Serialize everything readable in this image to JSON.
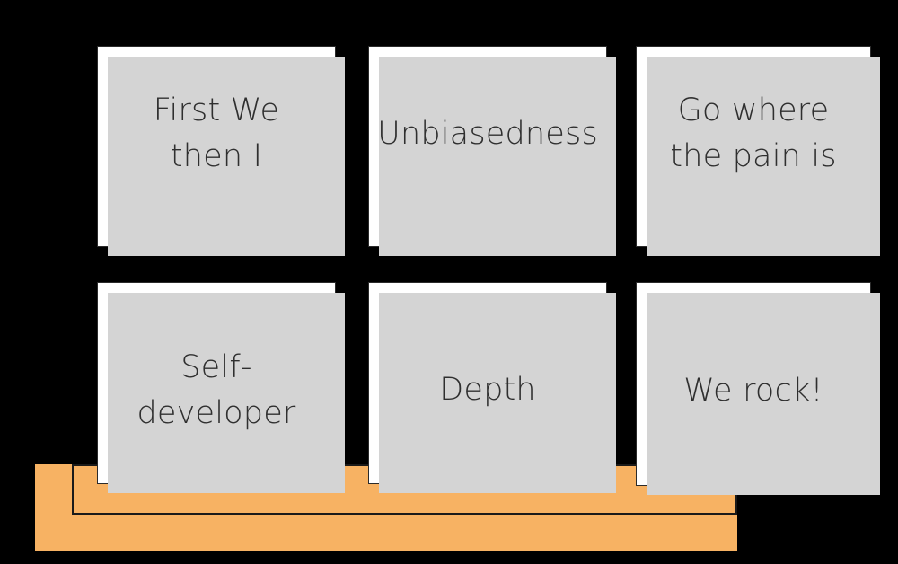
{
  "slide": {
    "background_color": "#000000",
    "accent_color": "#f7b263",
    "card_background": "#ffffff",
    "card_border_color": "#2b2b2b",
    "card_shadow_color": "#d4d4d4",
    "text_color": "#2f2f2f"
  },
  "cards": [
    {
      "id": "first-we-then-i",
      "text": "First We\nthen I",
      "row": 1,
      "col": 1
    },
    {
      "id": "unbiasedness",
      "text": "Unbiasedness",
      "row": 1,
      "col": 2
    },
    {
      "id": "go-where-the-pain-is",
      "text": "Go where\nthe pain is",
      "row": 1,
      "col": 3
    },
    {
      "id": "self-developer",
      "text": "Self-\ndeveloper",
      "row": 2,
      "col": 1
    },
    {
      "id": "depth",
      "text": "Depth",
      "row": 2,
      "col": 2
    },
    {
      "id": "we-rock",
      "text": "We rock!",
      "row": 2,
      "col": 3
    }
  ],
  "banner": {
    "back_bar_label": "",
    "front_bar_label": ""
  }
}
